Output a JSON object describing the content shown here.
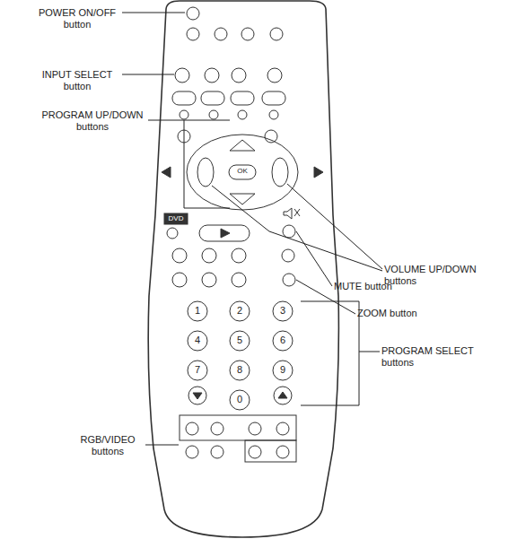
{
  "diagram": {
    "labels": [
      "POWER ON/OFF button",
      "INPUT SELECT button",
      "PROGRAM UP/DOWN buttons",
      "VOLUME UP/DOWN buttons",
      "MUTE button",
      "ZOOM button",
      "PROGRAM SELECT buttons",
      "RGB/VIDEO buttons",
      "DVD",
      "OK",
      "1",
      "2",
      "3",
      "4",
      "5",
      "6",
      "7",
      "8",
      "9",
      "0"
    ]
  }
}
